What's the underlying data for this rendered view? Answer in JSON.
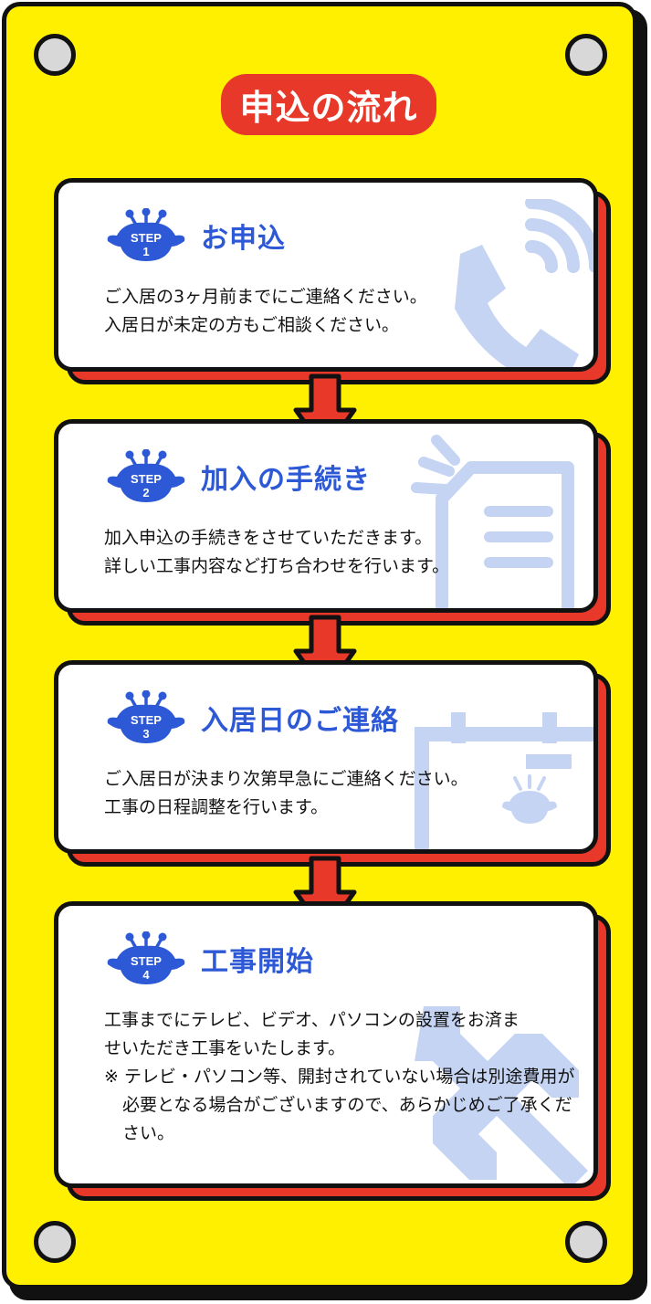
{
  "title": "申込の流れ",
  "colors": {
    "panel": "#fff000",
    "accent_red": "#e8382a",
    "step_blue": "#2d58d6",
    "icon_light_blue": "#c5d4f2"
  },
  "steps": [
    {
      "badge_word": "STEP",
      "badge_num": "1",
      "heading": "お申込",
      "lines": [
        "ご入居の3ヶ月前までにご連絡ください。",
        "入居日が未定の方もご相談ください。"
      ],
      "icon": "phone-icon"
    },
    {
      "badge_word": "STEP",
      "badge_num": "2",
      "heading": "加入の手続き",
      "lines": [
        "加入申込の手続きをさせていただきます。",
        "詳しい工事内容など打ち合わせを行います。"
      ],
      "icon": "document-icon"
    },
    {
      "badge_word": "STEP",
      "badge_num": "3",
      "heading": "入居日のご連絡",
      "lines": [
        "ご入居日が決まり次第早急にご連絡ください。",
        "工事の日程調整を行います。"
      ],
      "icon": "calendar-icon"
    },
    {
      "badge_word": "STEP",
      "badge_num": "4",
      "heading": "工事開始",
      "lines": [
        "工事までにテレビ、ビデオ、パソコンの設置をお済ま",
        "せいただき工事をいたします。"
      ],
      "note": "※ テレビ・パソコン等、開封されていない場合は別途費用が必要となる場合がございますので、あらかじめご了承ください。",
      "icon": "tools-icon"
    }
  ]
}
